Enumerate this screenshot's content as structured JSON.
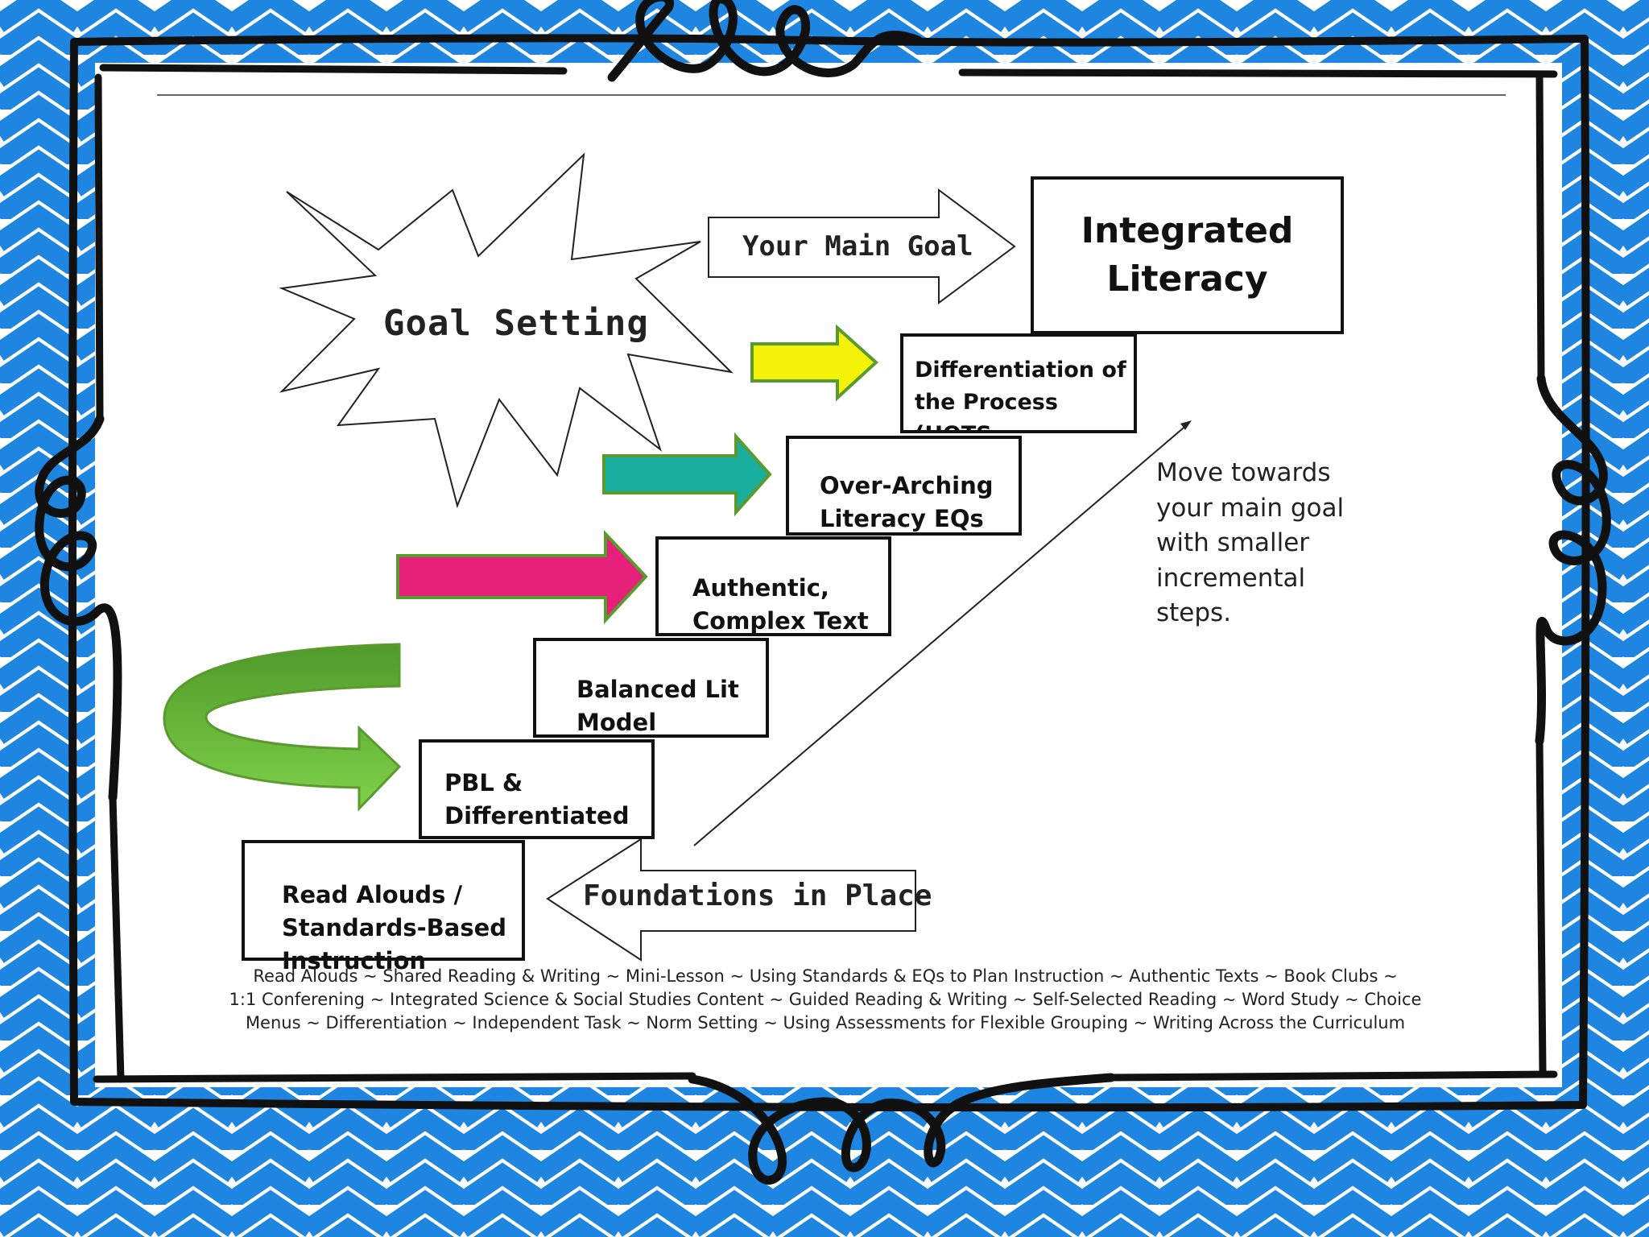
{
  "title_burst": "Goal Setting",
  "main_goal_arrow": "Your Main Goal",
  "goal_box": "Integrated\nLiteracy",
  "steps": [
    {
      "label": "Read Alouds /\nStandards-Based\nInstruction"
    },
    {
      "label": "PBL &\nDifferentiated\nProducts"
    },
    {
      "label": "Balanced Lit\nModel"
    },
    {
      "label": "Authentic,\nComplex Text"
    },
    {
      "label": "Over-Arching\nLiteracy EQs"
    },
    {
      "label": "Differentiation of\nthe Process (HOTS\nquestioning)"
    }
  ],
  "foundations_arrow": "Foundations in Place",
  "side_note": "Move towards\nyour main goal\nwith smaller\nincremental\nsteps.",
  "footer_lines": [
    "Read Alouds ~ Shared Reading  & Writing ~ Mini-Lesson ~ Using Standards & EQs to Plan Instruction ~ Authentic Texts ~  Book Clubs ~",
    "1:1 Conferening  ~ Integrated Science & Social Studies Content ~ Guided Reading & Writing ~ Self-Selected Reading ~ Word Study ~ Choice",
    "Menus ~ Differentiation ~ Independent Task ~ Norm Setting ~ Using Assessments for Flexible Grouping ~ Writing Across the Curriculum"
  ],
  "colors": {
    "chevron_blue": "#1e86e0",
    "arrow_yellow": "#f5f20a",
    "arrow_teal": "#1aae9f",
    "arrow_magenta": "#e61f7a",
    "arrow_green": "#6cc13c",
    "arrow_outline": "#5a9a2e"
  }
}
